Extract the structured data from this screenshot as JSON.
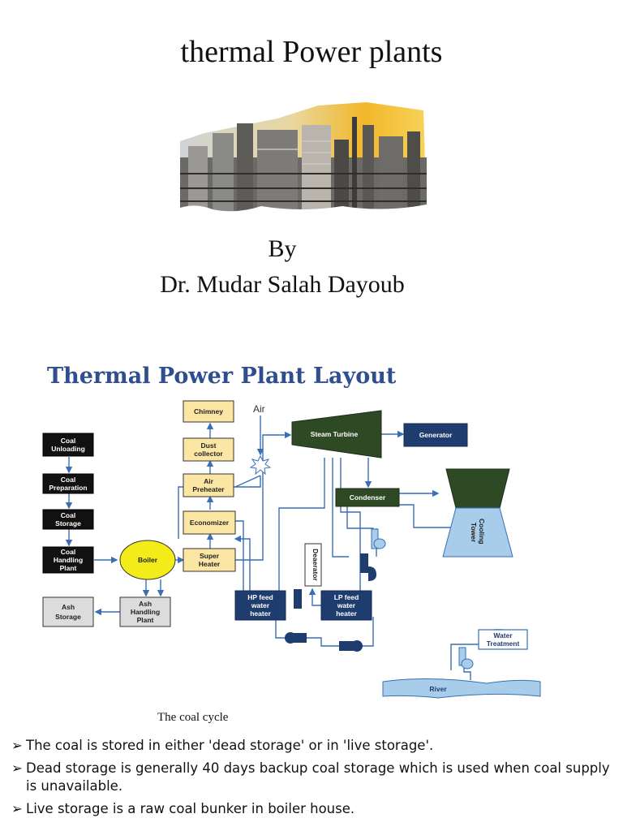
{
  "slide": {
    "title": "thermal Power plants",
    "by": "By",
    "author": "Dr. Mudar Salah Dayoub"
  },
  "diagram": {
    "title": "Thermal Power Plant Layout",
    "air_label": "Air",
    "nodes": {
      "chimney": [
        "Chimney"
      ],
      "dust_collector": [
        "Dust",
        "collector"
      ],
      "air_preheater": [
        "Air",
        "Preheater"
      ],
      "economizer": [
        "Economizer"
      ],
      "super_heater": [
        "Super",
        "Heater"
      ],
      "boiler": [
        "Boiler"
      ],
      "coal_unloading": [
        "Coal",
        "Unloading"
      ],
      "coal_preparation": [
        "Coal",
        "Preparation"
      ],
      "coal_storage": [
        "Coal",
        "Storage"
      ],
      "coal_handling_plant": [
        "Coal",
        "Handling",
        "Plant"
      ],
      "ash_storage": [
        "Ash",
        "Storage"
      ],
      "ash_handling_plant": [
        "Ash",
        "Handling",
        "Plant"
      ],
      "steam_turbine": [
        "Steam Turbine"
      ],
      "generator": [
        "Generator"
      ],
      "condenser": [
        "Condenser"
      ],
      "cooling_tower": [
        "Cooling",
        "Tower"
      ],
      "deaerator": [
        "Deaerator"
      ],
      "hp_feed_water_heater": [
        "HP feed",
        "water",
        "heater"
      ],
      "lp_feed_water_heater": [
        "LP feed",
        "water",
        "heater"
      ],
      "water_treatment": [
        "Water",
        "Treatment"
      ],
      "river": [
        "River"
      ]
    },
    "caption": "The coal cycle"
  },
  "bullets": [
    "The coal is stored in either 'dead storage' or in 'live storage'.",
    "Dead storage is generally 40 days backup coal storage which is used when coal supply is unavailable.",
    "Live storage is a raw coal bunker in boiler house."
  ],
  "bullet_marker": "➢",
  "colors": {
    "title_blue": "#2f4e8f",
    "box_yellow": "#fce6a4",
    "box_black": "#111111",
    "box_grey": "#dcdcdc",
    "turbine_green": "#2d4a25",
    "generator_navy": "#1f3c6e",
    "cooling_tower_blue": "#a8cdea",
    "boiler_yellow": "#f4ec19",
    "line_blue": "#3a6fb5"
  }
}
